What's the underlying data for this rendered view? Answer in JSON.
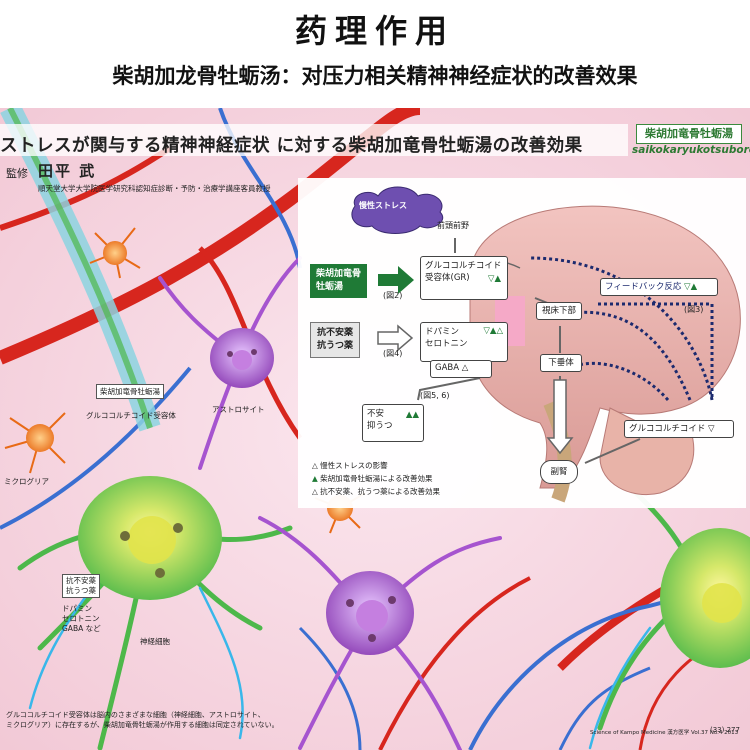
{
  "header": {
    "title": "药理作用",
    "subtitle": "柴胡加龙骨牡蛎汤：对压力相关精神神经症状的改善效果"
  },
  "poster": {
    "banner": "ストレスが関与する精神神経症状 に対する柴胡加竜骨牡蛎湯の改善効果",
    "brand_jp": "柴胡加竜骨牡蛎湯",
    "brand_roman": "saikokaryukotsuboreito",
    "supervisor_label": "監修",
    "supervisor_name": "田平 武",
    "supervisor_affiliation": "順天堂大学大学院医学研究科認知症診断・予防・治療学講座客員教授",
    "labels": {
      "drug_box": "柴胡加竜骨牡蛎湯",
      "receptor": "グルココルチコイド受容体",
      "astrocyte": "アストロサイト",
      "microglia": "ミクログリア",
      "antianx": "抗不安薬\n抗うつ薬",
      "monoamine": "ドパミン\nセロトニン\nGABA など",
      "neuron": "神経細胞"
    },
    "diagram": {
      "stress": "慢性ストレス",
      "prefrontal": "前頭前野",
      "gr": "グルココルチコイド\n受容体(GR)",
      "drug": "柴胡加竜骨\n牡蛎湯",
      "ref2": "(図2)",
      "antidep": "抗不安薬\n抗うつ薬",
      "ref4": "(図4)",
      "monoamines": "ドパミン\nセロトニン",
      "gaba": "GABA",
      "ref56": "(図5, 6)",
      "symptoms": "不安\n抑うつ",
      "hypothalamus": "視床下部",
      "pituitary": "下垂体",
      "adrenal": "副腎",
      "glucocorticoid": "グルココルチコイド",
      "feedback": "フィードバック反応",
      "ref3": "(図3)"
    },
    "legend": [
      "慢性ストレスの影響",
      "柴胡加竜骨牡蛎湯による改善効果",
      "抗不安薬、抗うつ薬による改善効果"
    ],
    "footnote": "グルココルチコイド受容体は脳内のさまざまな細胞（神経細胞、アストロサイト、\nミクログリア）に存在するが、柴胡加竜骨牡蛎湯が作用する細胞は同定されていない。",
    "journal": "Science of Kampo Medicine 漢方医学 Vol.37 No.4 2013",
    "page": "(33) 277"
  },
  "colors": {
    "green": "#1f7a36",
    "artery": "#d7261e",
    "vein": "#3a6fd1",
    "dashed_arrow": "#1c2a6e"
  }
}
